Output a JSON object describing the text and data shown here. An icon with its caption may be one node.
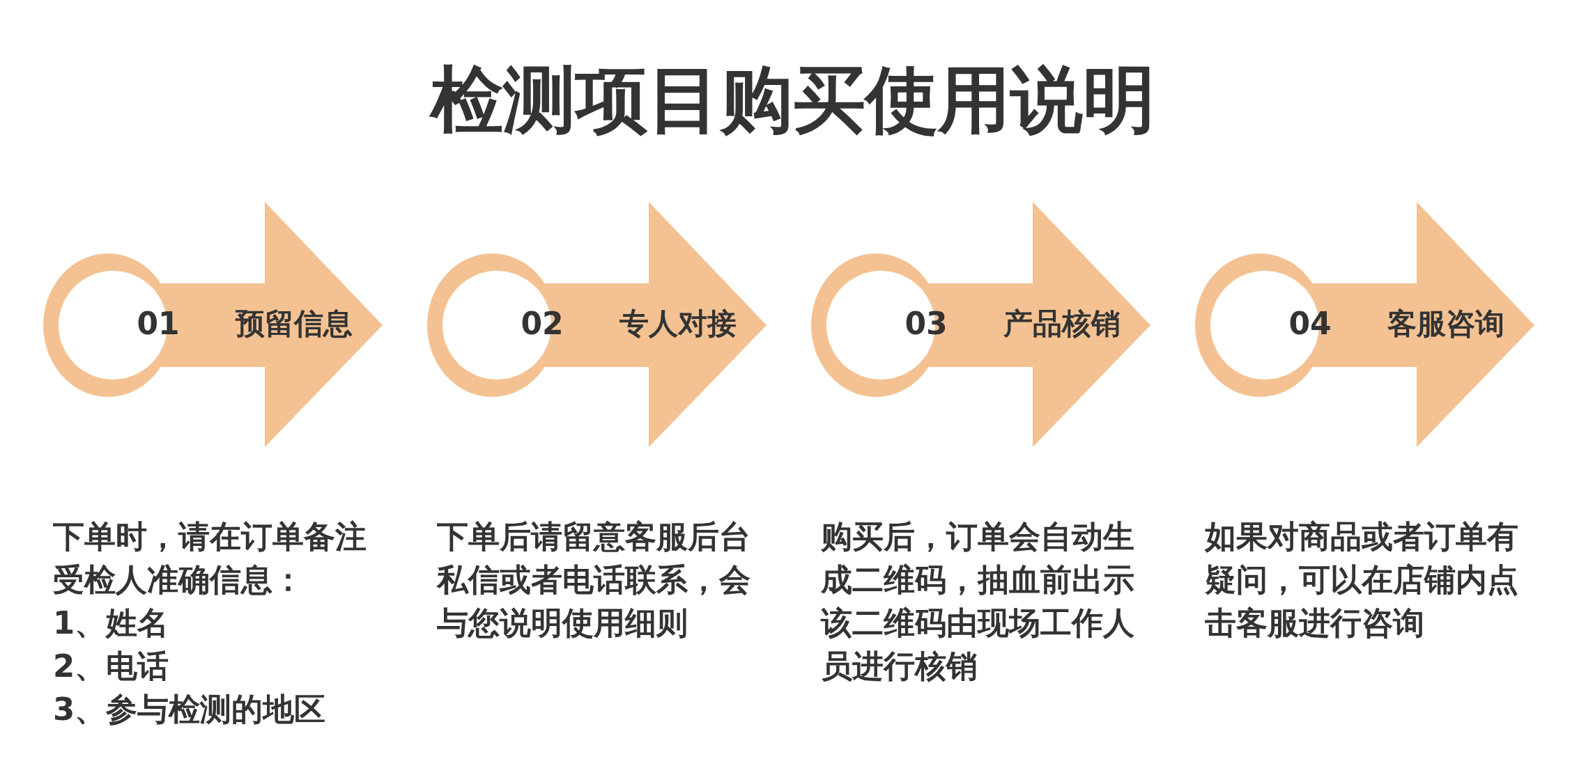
{
  "diagram": {
    "title": "检测项目购买使用说明",
    "nodes": [
      {
        "text": [
          "01",
          "预留信息"
        ],
        "beside": [
          "下单时，请在订单备注受检人准确信息：",
          "1、姓名",
          "2、电话",
          "3、参与检测的地区"
        ]
      },
      {
        "text": [
          "02",
          "专人对接"
        ],
        "beside": [
          "下单后请留意客服后台私信或者电话联系，会与您说明使用细则"
        ]
      },
      {
        "text": [
          "03",
          "产品核销"
        ],
        "beside": [
          "购买后，订单会自动生成二维码，抽血前出示该二维码由现场工作人员进行核销"
        ]
      },
      {
        "text": [
          "04",
          "客服咨询"
        ],
        "beside": [
          "如果对商品或者订单有疑问，可以在店铺内点击客服进行咨询"
        ]
      }
    ],
    "edges": []
  }
}
